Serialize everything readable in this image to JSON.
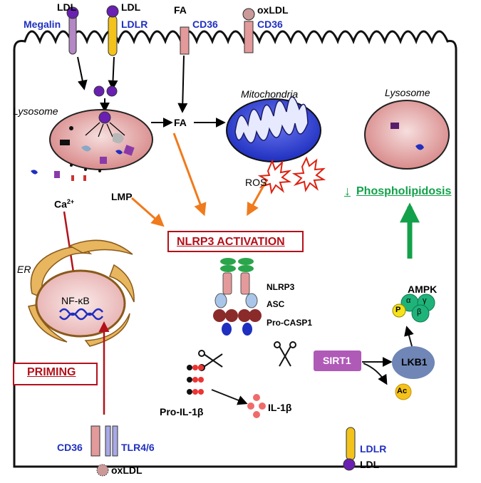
{
  "labels": {
    "ldl_top": "LDL",
    "megalin": "Megalin",
    "ldl_top2": "LDL",
    "ldlr_top": "LDLR",
    "fa_top": "FA",
    "cd36_fa": "CD36",
    "oxldl_top": "oxLDL",
    "cd36_top": "CD36",
    "lysosome_left": "Lysosome",
    "fa_mid": "FA",
    "mitochondria": "Mitochondria",
    "lysosome_right": "Lysosome",
    "ros": "ROS",
    "ca": "Ca",
    "ca_sup": "2+",
    "lmp": "LMP",
    "phospholipidosis": "Phospholipidosis",
    "down_arrow": "↓",
    "nlrp3_activation": "NLRP3 ACTIVATION",
    "er": "ER",
    "nfkb": "NF-κB",
    "nlrp3": "NLRP3",
    "asc": "ASC",
    "procasp1": "Pro-CASP1",
    "ampk": "AMPK",
    "alpha": "α",
    "gamma": "γ",
    "beta": "β",
    "p": "P",
    "sirt1": "SIRT1",
    "lkb1": "LKB1",
    "ac": "Ac",
    "priming": "PRIMING",
    "pro_il1b": "Pro-IL-1β",
    "il1b": "IL-1β",
    "cd36_bottom": "CD36",
    "tlr46": "TLR4/6",
    "oxldl_bottom": "oxLDL",
    "ldlr_bottom": "LDLR",
    "ldl_bottom": "LDL"
  },
  "colors": {
    "receptor_blue": "#1f2fbf",
    "activation_red": "#b3121b",
    "phospholipidosis_green": "#12a14a",
    "arrow_orange": "#f07a1c",
    "arrow_darkred": "#b3121b",
    "ldl_purple": "#6a1fb3",
    "sirt1_purple": "#b05ab8",
    "lkb1_blue": "#6f86b6",
    "mitochondria_blue": "#3f4fd6",
    "ampk_green": "#1fb37a",
    "ac_yellow": "#f5c21b"
  }
}
